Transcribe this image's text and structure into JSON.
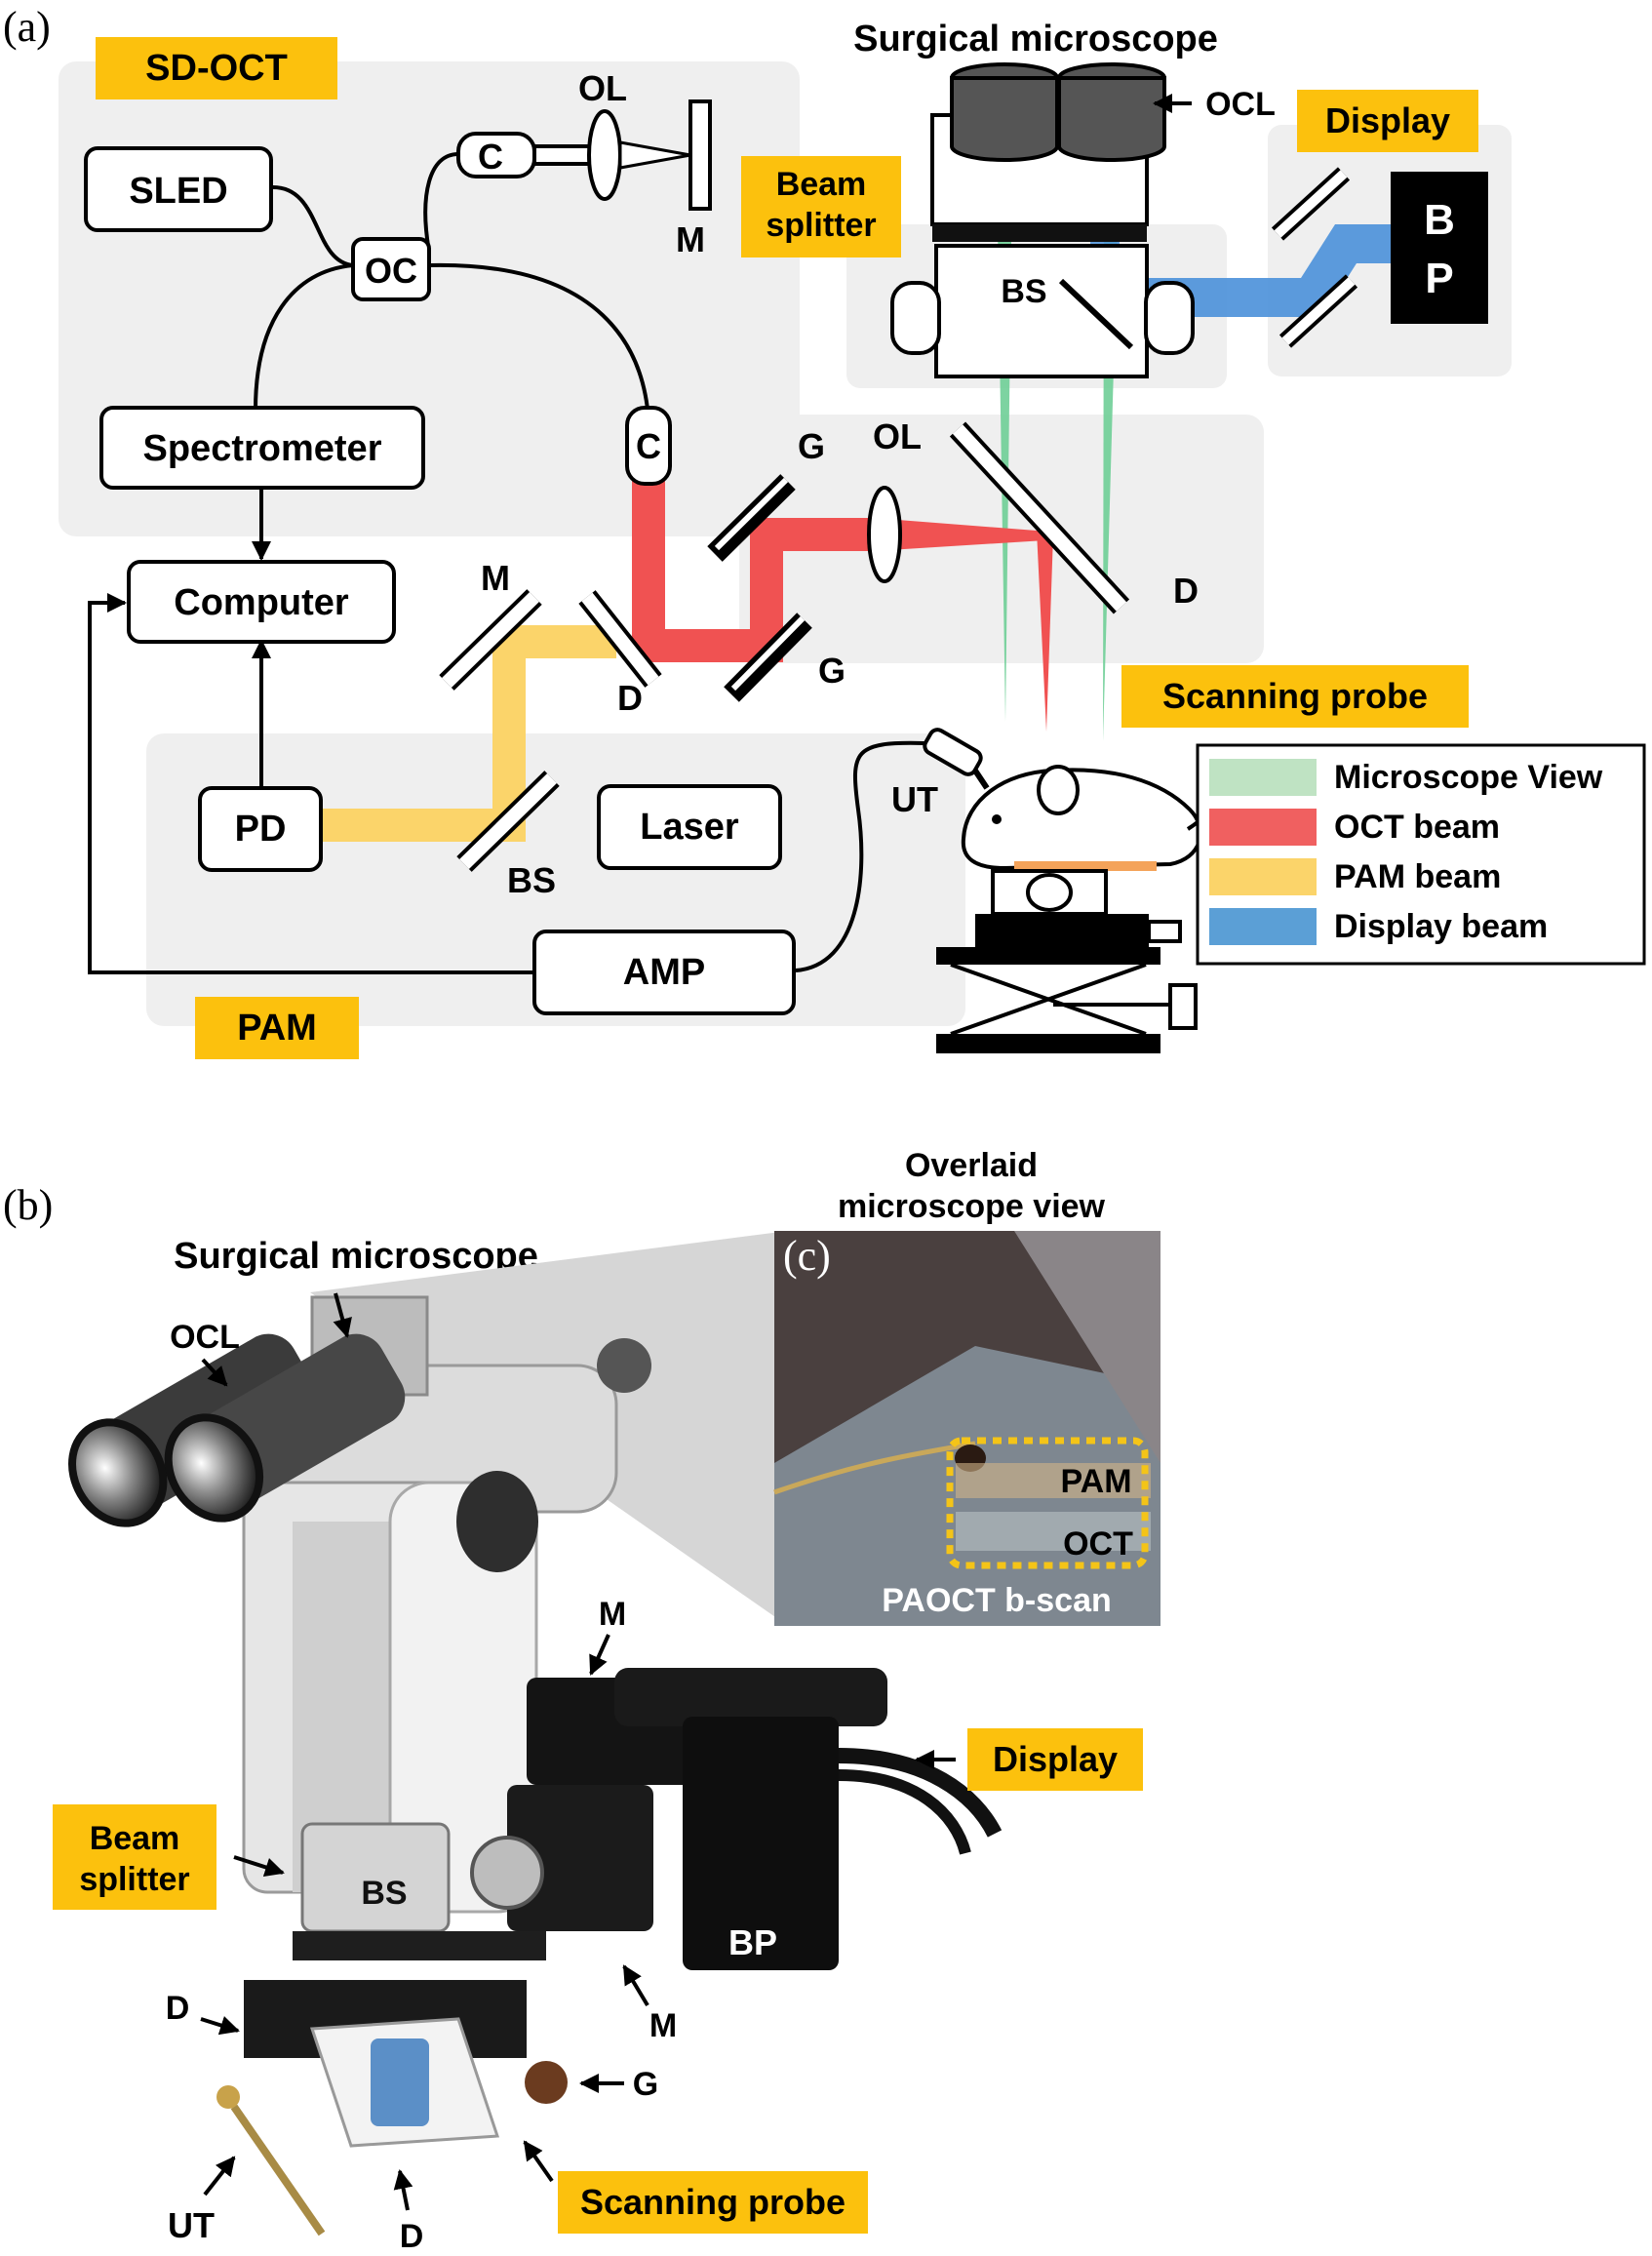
{
  "panels": {
    "a": "(a)",
    "b": "(b)",
    "c": "(c)"
  },
  "diagram": {
    "group_labels": {
      "sd_oct": "SD-OCT",
      "beam_splitter": [
        "Beam",
        "splitter"
      ],
      "display": "Display",
      "scanning_probe": "Scanning probe",
      "pam": "PAM"
    },
    "titles": {
      "surgical_microscope": "Surgical microscope"
    },
    "blocks": {
      "sled": "SLED",
      "spectrometer": "Spectrometer",
      "computer": "Computer",
      "pd": "PD",
      "laser": "Laser",
      "amp": "AMP",
      "oc": "OC",
      "bp": [
        "B",
        "P"
      ]
    },
    "components": {
      "c": "C",
      "ol": "OL",
      "m": "M",
      "g": "G",
      "d": "D",
      "bs": "BS",
      "ocl": "OCL",
      "ut": "UT"
    },
    "legend": [
      {
        "label": "Microscope View",
        "color": "#bfe3c3"
      },
      {
        "label": "OCT beam",
        "color": "#f06060"
      },
      {
        "label": "PAM beam",
        "color": "#fbd46a"
      },
      {
        "label": "Display beam",
        "color": "#5b9fd6"
      }
    ],
    "colors": {
      "microscope_view": "#6fcf97",
      "oct_beam": "#f05252",
      "pam_beam": "#fbd46a",
      "display_beam": "#4a90d9",
      "group_bg": "#efefef",
      "tag": "#fcc10d"
    }
  },
  "photo": {
    "labels": {
      "surgical_microscope": "Surgical microscope",
      "ocl": "OCL",
      "m": "M",
      "display": "Display",
      "beam_splitter": [
        "Beam",
        "splitter"
      ],
      "bs": "BS",
      "bp": "BP",
      "d": "D",
      "g": "G",
      "ut": "UT",
      "scanning_probe": "Scanning probe"
    },
    "inset": {
      "title": [
        "Overlaid",
        "microscope view"
      ],
      "pam": "PAM",
      "oct": "OCT",
      "caption": "PAOCT b-scan"
    }
  }
}
